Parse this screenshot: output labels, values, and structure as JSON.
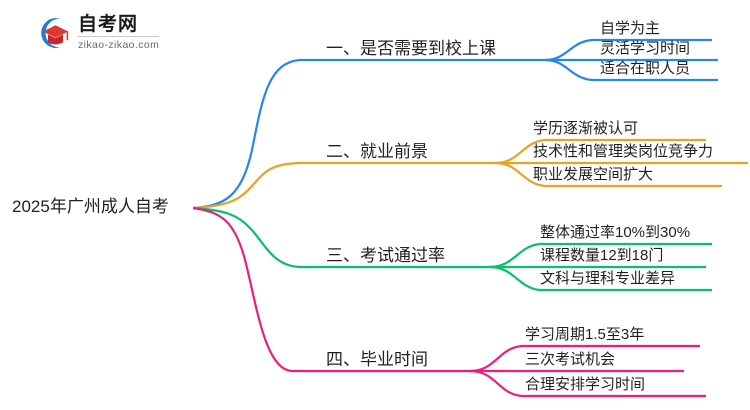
{
  "logo": {
    "name": "zikao-logo",
    "title": "自考网",
    "domain": "zikao-zikao.com",
    "mark_icon": "graduation-cap-icon",
    "ring_color": "#1F7FD4",
    "cap_color": "#E0382E"
  },
  "mindmap": {
    "root": {
      "label": "2025年广州成人自考"
    },
    "branches": [
      {
        "label": "一、是否需要到校上课",
        "color": "#2787E8",
        "leaves": [
          {
            "label": "自学为主"
          },
          {
            "label": "灵活学习时间"
          },
          {
            "label": "适合在职人员"
          }
        ]
      },
      {
        "label": "二、就业前景",
        "color": "#E8A326",
        "leaves": [
          {
            "label": "学历逐渐被认可"
          },
          {
            "label": "技术性和管理类岗位竞争力"
          },
          {
            "label": "职业发展空间扩大"
          }
        ]
      },
      {
        "label": "三、考试通过率",
        "color": "#06C167",
        "leaves": [
          {
            "label": "整体通过率10%到30%"
          },
          {
            "label": "课程数量12到18门"
          },
          {
            "label": "文科与理科专业差异"
          }
        ]
      },
      {
        "label": "四、毕业时间",
        "color": "#ED1E79",
        "leaves": [
          {
            "label": "学习周期1.5至3年"
          },
          {
            "label": "三次考试机会"
          },
          {
            "label": "合理安排学习时间"
          }
        ]
      }
    ]
  }
}
